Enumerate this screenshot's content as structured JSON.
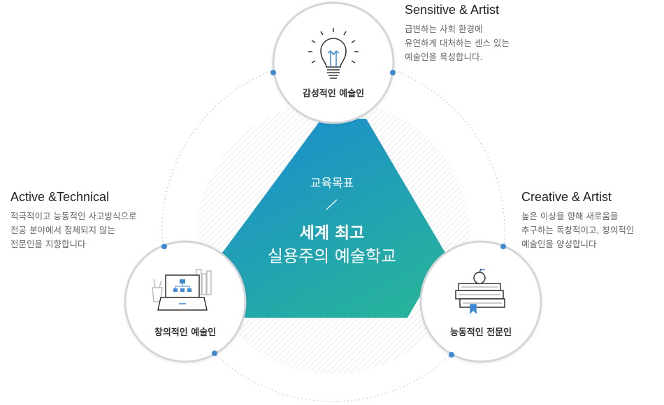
{
  "center": {
    "title": "교육목표",
    "divider": "/",
    "main": "세계 최고",
    "sub": "실용주의 예술학교"
  },
  "nodes": {
    "top": {
      "label": "감성적인 예술인",
      "icon": "lightbulb-icon"
    },
    "left": {
      "label": "창의적인 예술인",
      "icon": "laptop-icon"
    },
    "right": {
      "label": "능동적인 전문인",
      "icon": "books-apple-icon"
    }
  },
  "blocks": {
    "sensitive": {
      "title": "Sensitive & Artist",
      "lines": [
        "급변하는 사회 환경에",
        "유연하게 대처하는 센스 있는",
        "예술인을 육성합니다."
      ]
    },
    "technical": {
      "title": "Active &Technical",
      "lines": [
        "적극적이고 능동적인 사고방식으로",
        "전공 분야에서 정체되지 않는",
        "전문인을 지향합니다"
      ]
    },
    "creative": {
      "title": "Creative & Artist",
      "lines": [
        "높은 이상을 향해 새로움을",
        "추구하는 독창적이고, 창의적인",
        "예술인을 양성합니다"
      ]
    }
  },
  "colors": {
    "triangle_top": "#1c94c9",
    "triangle_bottom": "#26b0a0",
    "dot": "#3e88cf",
    "circle_border": "#d5d7da",
    "dotted_ring": "#c8c8c8"
  }
}
